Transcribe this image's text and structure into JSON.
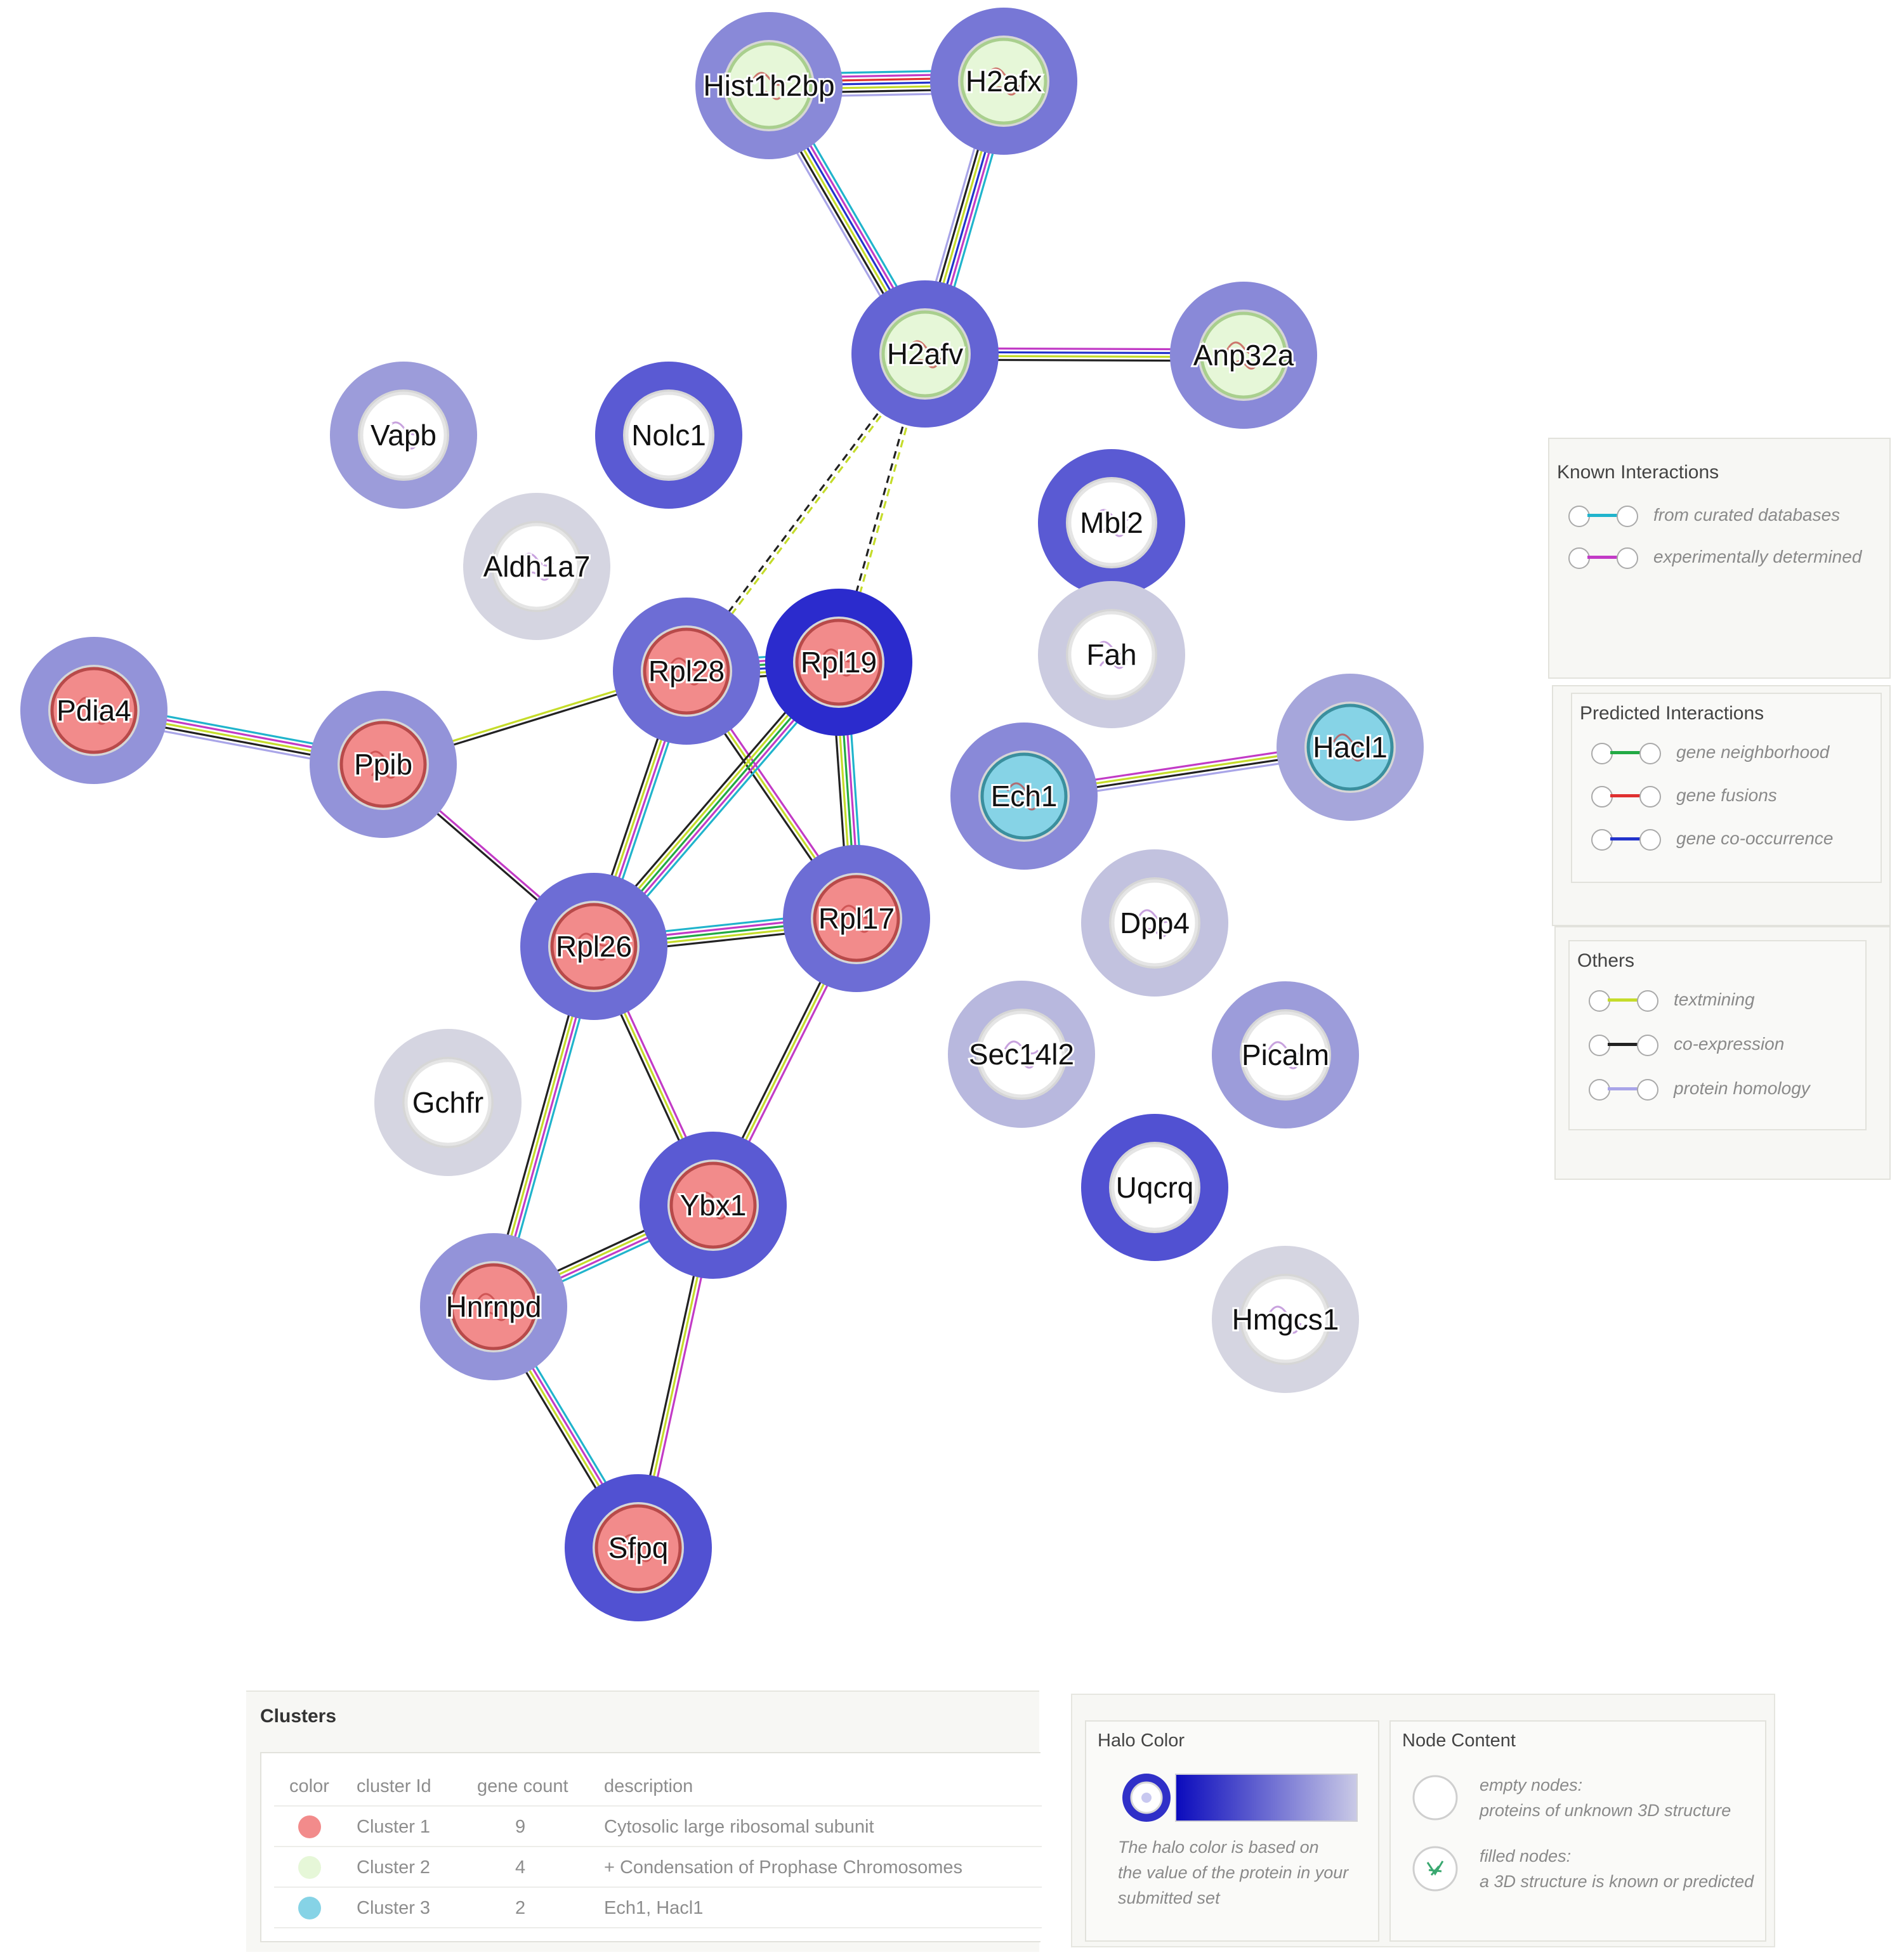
{
  "colors": {
    "cluster1": "#f28b8b",
    "cluster2": "#e6f7d8",
    "cluster3": "#86d3e6",
    "halo_dark": "#2222cc",
    "halo_light": "#e3e3e3",
    "curated": "#20b4cc",
    "experimental": "#c23bc6",
    "neighborhood": "#22aa44",
    "fusion": "#e03030",
    "cooccurrence": "#2233cc",
    "textmining": "#c5dc2a",
    "coexpression": "#222222",
    "homology": "#a9a5e8"
  },
  "nodes": [
    {
      "id": "Hist1h2bp",
      "cluster": "cluster2",
      "halo": 0.45,
      "content": "filled"
    },
    {
      "id": "H2afx",
      "cluster": "cluster2",
      "halo": 0.55,
      "content": "filled"
    },
    {
      "id": "H2afv",
      "cluster": "cluster2",
      "halo": 0.65,
      "content": "filled"
    },
    {
      "id": "Anp32a",
      "cluster": "cluster2",
      "halo": 0.45,
      "content": "filled"
    },
    {
      "id": "Vapb",
      "cluster": "none",
      "halo": 0.35,
      "content": "filled"
    },
    {
      "id": "Nolc1",
      "cluster": "none",
      "halo": 0.7,
      "content": "empty"
    },
    {
      "id": "Aldh1a7",
      "cluster": "none",
      "halo": 0.05,
      "content": "filled"
    },
    {
      "id": "Mbl2",
      "cluster": "none",
      "halo": 0.7,
      "content": "filled"
    },
    {
      "id": "Fah",
      "cluster": "none",
      "halo": 0.1,
      "content": "filled"
    },
    {
      "id": "Pdia4",
      "cluster": "cluster1",
      "halo": 0.4,
      "content": "filled"
    },
    {
      "id": "Ppib",
      "cluster": "cluster1",
      "halo": 0.4,
      "content": "filled"
    },
    {
      "id": "Rpl28",
      "cluster": "cluster1",
      "halo": 0.6,
      "content": "filled"
    },
    {
      "id": "Rpl19",
      "cluster": "cluster1",
      "halo": 0.95,
      "content": "filled"
    },
    {
      "id": "Ech1",
      "cluster": "cluster3",
      "halo": 0.45,
      "content": "filled"
    },
    {
      "id": "Hacl1",
      "cluster": "cluster3",
      "halo": 0.3,
      "content": "filled"
    },
    {
      "id": "Rpl26",
      "cluster": "cluster1",
      "halo": 0.6,
      "content": "filled"
    },
    {
      "id": "Rpl17",
      "cluster": "cluster1",
      "halo": 0.6,
      "content": "filled"
    },
    {
      "id": "Dpp4",
      "cluster": "none",
      "halo": 0.15,
      "content": "filled"
    },
    {
      "id": "Sec14l2",
      "cluster": "none",
      "halo": 0.2,
      "content": "filled"
    },
    {
      "id": "Picalm",
      "cluster": "none",
      "halo": 0.35,
      "content": "filled"
    },
    {
      "id": "Gchfr",
      "cluster": "none",
      "halo": 0.05,
      "content": "empty"
    },
    {
      "id": "Uqcrq",
      "cluster": "none",
      "halo": 0.75,
      "content": "empty"
    },
    {
      "id": "Ybx1",
      "cluster": "cluster1",
      "halo": 0.7,
      "content": "filled"
    },
    {
      "id": "Hnrnpd",
      "cluster": "cluster1",
      "halo": 0.4,
      "content": "filled"
    },
    {
      "id": "Hmgcs1",
      "cluster": "none",
      "halo": 0.05,
      "content": "filled"
    },
    {
      "id": "Sfpq",
      "cluster": "cluster1",
      "halo": 0.75,
      "content": "filled"
    }
  ],
  "edges": [
    {
      "from": "Hist1h2bp",
      "to": "H2afx",
      "types": [
        "curated",
        "experimental",
        "fusion",
        "cooccurrence",
        "textmining",
        "coexpression",
        "homology"
      ]
    },
    {
      "from": "Hist1h2bp",
      "to": "H2afv",
      "types": [
        "curated",
        "experimental",
        "cooccurrence",
        "textmining",
        "coexpression",
        "homology"
      ]
    },
    {
      "from": "H2afx",
      "to": "H2afv",
      "types": [
        "curated",
        "experimental",
        "cooccurrence",
        "textmining",
        "coexpression",
        "homology"
      ]
    },
    {
      "from": "H2afv",
      "to": "Anp32a",
      "types": [
        "experimental",
        "cooccurrence",
        "textmining",
        "coexpression"
      ]
    },
    {
      "from": "H2afv",
      "to": "Rpl28",
      "types": [
        "textmining",
        "coexpression"
      ],
      "dashed": true
    },
    {
      "from": "H2afv",
      "to": "Rpl19",
      "types": [
        "textmining",
        "coexpression"
      ],
      "dashed": true
    },
    {
      "from": "Pdia4",
      "to": "Ppib",
      "types": [
        "curated",
        "experimental",
        "textmining",
        "coexpression",
        "homology"
      ]
    },
    {
      "from": "Ppib",
      "to": "Rpl28",
      "types": [
        "textmining",
        "coexpression"
      ]
    },
    {
      "from": "Ppib",
      "to": "Rpl26",
      "types": [
        "experimental",
        "coexpression"
      ]
    },
    {
      "from": "Rpl28",
      "to": "Rpl19",
      "types": [
        "curated",
        "experimental",
        "neighborhood",
        "cooccurrence",
        "textmining",
        "coexpression"
      ]
    },
    {
      "from": "Rpl28",
      "to": "Rpl26",
      "types": [
        "curated",
        "experimental",
        "textmining",
        "coexpression"
      ]
    },
    {
      "from": "Rpl28",
      "to": "Rpl17",
      "types": [
        "experimental",
        "textmining",
        "coexpression"
      ]
    },
    {
      "from": "Rpl19",
      "to": "Rpl26",
      "types": [
        "curated",
        "experimental",
        "neighborhood",
        "textmining",
        "coexpression"
      ]
    },
    {
      "from": "Rpl19",
      "to": "Rpl17",
      "types": [
        "curated",
        "experimental",
        "neighborhood",
        "textmining",
        "coexpression"
      ]
    },
    {
      "from": "Rpl26",
      "to": "Rpl17",
      "types": [
        "curated",
        "experimental",
        "neighborhood",
        "textmining",
        "coexpression"
      ]
    },
    {
      "from": "Rpl26",
      "to": "Ybx1",
      "types": [
        "experimental",
        "textmining",
        "coexpression"
      ]
    },
    {
      "from": "Rpl26",
      "to": "Hnrnpd",
      "types": [
        "curated",
        "experimental",
        "textmining",
        "coexpression"
      ]
    },
    {
      "from": "Rpl17",
      "to": "Ybx1",
      "types": [
        "experimental",
        "textmining",
        "coexpression"
      ]
    },
    {
      "from": "Ybx1",
      "to": "Hnrnpd",
      "types": [
        "curated",
        "experimental",
        "textmining",
        "coexpression"
      ]
    },
    {
      "from": "Ybx1",
      "to": "Sfpq",
      "types": [
        "experimental",
        "textmining",
        "coexpression"
      ]
    },
    {
      "from": "Hnrnpd",
      "to": "Sfpq",
      "types": [
        "curated",
        "experimental",
        "textmining",
        "coexpression"
      ]
    },
    {
      "from": "Ech1",
      "to": "Hacl1",
      "types": [
        "experimental",
        "textmining",
        "coexpression",
        "homology"
      ]
    }
  ],
  "legend": {
    "known_title": "Known Interactions",
    "known": [
      {
        "color_key": "curated",
        "label": "from curated databases"
      },
      {
        "color_key": "experimental",
        "label": "experimentally determined"
      }
    ],
    "predicted_title": "Predicted Interactions",
    "predicted": [
      {
        "color_key": "neighborhood",
        "label": "gene neighborhood"
      },
      {
        "color_key": "fusion",
        "label": "gene fusions"
      },
      {
        "color_key": "cooccurrence",
        "label": "gene co-occurrence"
      }
    ],
    "others_title": "Others",
    "others": [
      {
        "color_key": "textmining",
        "label": "textmining"
      },
      {
        "color_key": "coexpression",
        "label": "co-expression"
      },
      {
        "color_key": "homology",
        "label": "protein homology"
      }
    ]
  },
  "clusters": {
    "title": "Clusters",
    "headers": [
      "color",
      "cluster Id",
      "gene count",
      "description"
    ],
    "rows": [
      {
        "color_key": "cluster1",
        "id": "Cluster 1",
        "count": "9",
        "description": "Cytosolic large ribosomal subunit"
      },
      {
        "color_key": "cluster2",
        "id": "Cluster 2",
        "count": "4",
        "description": "+ Condensation of Prophase Chromosomes"
      },
      {
        "color_key": "cluster3",
        "id": "Cluster 3",
        "count": "2",
        "description": "Ech1, Hacl1"
      }
    ]
  },
  "halo": {
    "title": "Halo Color",
    "note": [
      "The halo color is based on",
      "the value of the protein in your",
      "submitted set"
    ]
  },
  "node_content": {
    "title": "Node Content",
    "empty": [
      "empty nodes:",
      "proteins of unknown 3D structure"
    ],
    "filled": [
      "filled nodes:",
      "a 3D structure is known or predicted"
    ]
  }
}
